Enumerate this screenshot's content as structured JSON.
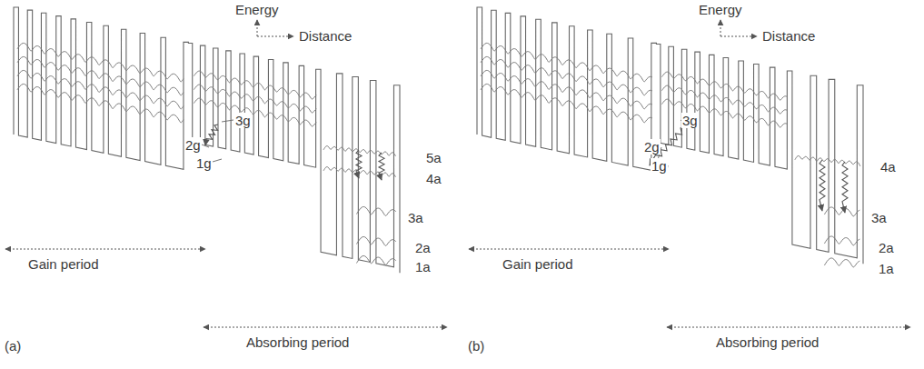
{
  "diagram": {
    "labels": [
      "Energy",
      "Distance",
      "3g",
      "2g",
      "1g",
      "5a",
      "4a",
      "3a",
      "2a",
      "1a",
      "Gain period",
      "Absorbing period",
      "(a)",
      "Energy",
      "Distance",
      "3g",
      "2g",
      "1g",
      "4a",
      "3a",
      "2a",
      "1a",
      "Gain period",
      "Absorbing period",
      "(b)"
    ]
  }
}
